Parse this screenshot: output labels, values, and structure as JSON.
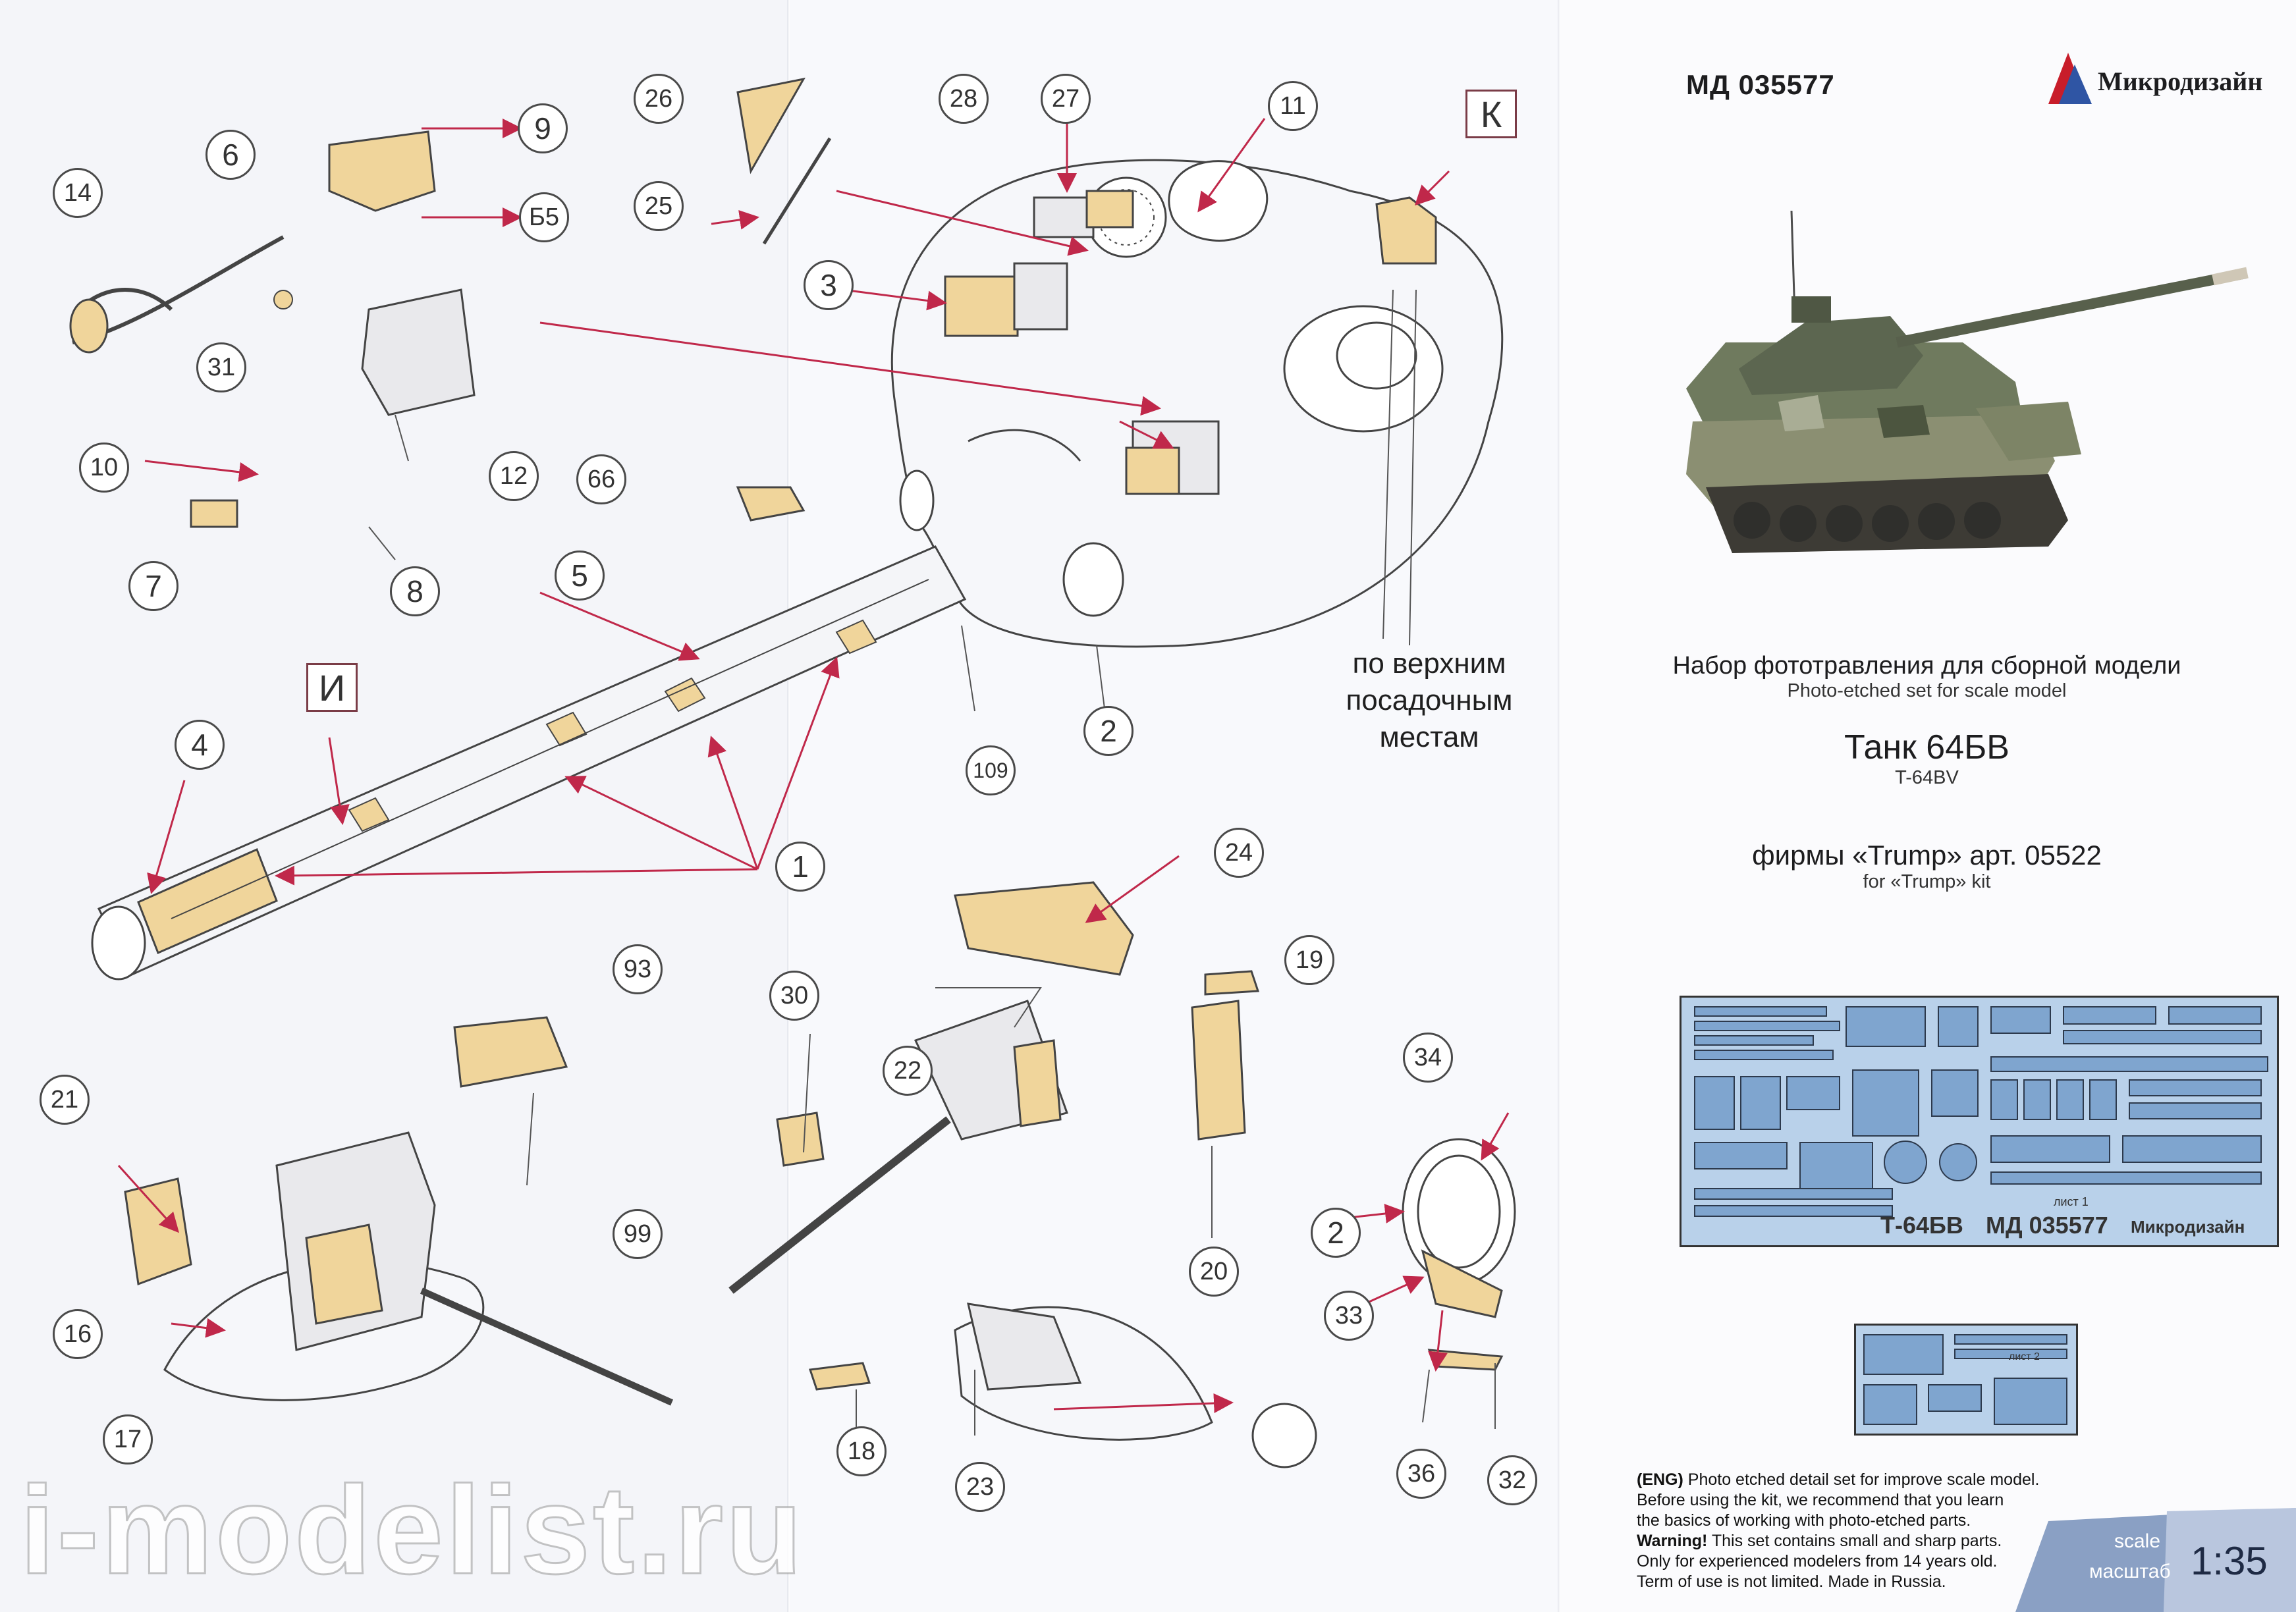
{
  "header": {
    "code": "МД 035577",
    "brand": "Микродизайн"
  },
  "title": {
    "ru_sub": "Набор фототравления для сборной модели",
    "en_sub": "Photo-etched set for scale model",
    "name_ru": "Танк 64БВ",
    "name_en": "T-64BV",
    "kit_ru": "фирмы «Trump» арт. 05522",
    "kit_en": "for «Trump» kit"
  },
  "fret": {
    "label_ru": "Т-64БВ",
    "label_code": "МД 035577",
    "sheet1": "лист 1",
    "sheet2": "лист 2",
    "brand": "Микродизайн"
  },
  "note": {
    "line1": "по верхним",
    "line2": "посадочным",
    "line3": "местам"
  },
  "box_labels": {
    "k": "К",
    "i": "И"
  },
  "callouts": {
    "n1": "1",
    "n2": "2",
    "n2b": "2",
    "n3": "3",
    "n4": "4",
    "n5": "5",
    "n6": "6",
    "n7": "7",
    "n8": "8",
    "n9": "9",
    "n10": "10",
    "n11": "11",
    "n12": "12",
    "n14": "14",
    "n16": "16",
    "n17": "17",
    "n18": "18",
    "n19": "19",
    "n20": "20",
    "n21": "21",
    "n22": "22",
    "n23": "23",
    "n24": "24",
    "n25": "25",
    "n26": "26",
    "n27": "27",
    "n28": "28",
    "n30": "30",
    "n31": "31",
    "n32": "32",
    "n33": "33",
    "n34": "34",
    "n36": "36",
    "n66": "66",
    "n93": "93",
    "n99": "99",
    "n109": "109",
    "b5": "Б5"
  },
  "terms": {
    "l1_tag": "(ENG)",
    "l1": " Photo etched detail set for improve scale model.",
    "l2": "Before using the kit, we recommend that you learn",
    "l3": "the basics of working with photo-etched parts.",
    "l4_tag": "Warning!",
    "l4": " This set contains small and sharp parts.",
    "l5": "Only for experienced modelers from 14 years old.",
    "l6": "Term of use is not limited. Made in Russia."
  },
  "scale": {
    "en": "scale",
    "ru": "масштаб",
    "value": "1:35"
  },
  "watermark": "i-modelist.ru",
  "colors": {
    "etched_part": "#f0d59b",
    "fret_blue": "#b9d1ea",
    "scale_panel": "#8aa0c4",
    "leader_red": "#c0284a",
    "brand_red": "#c81d2a",
    "brand_blue": "#2f55a4"
  }
}
